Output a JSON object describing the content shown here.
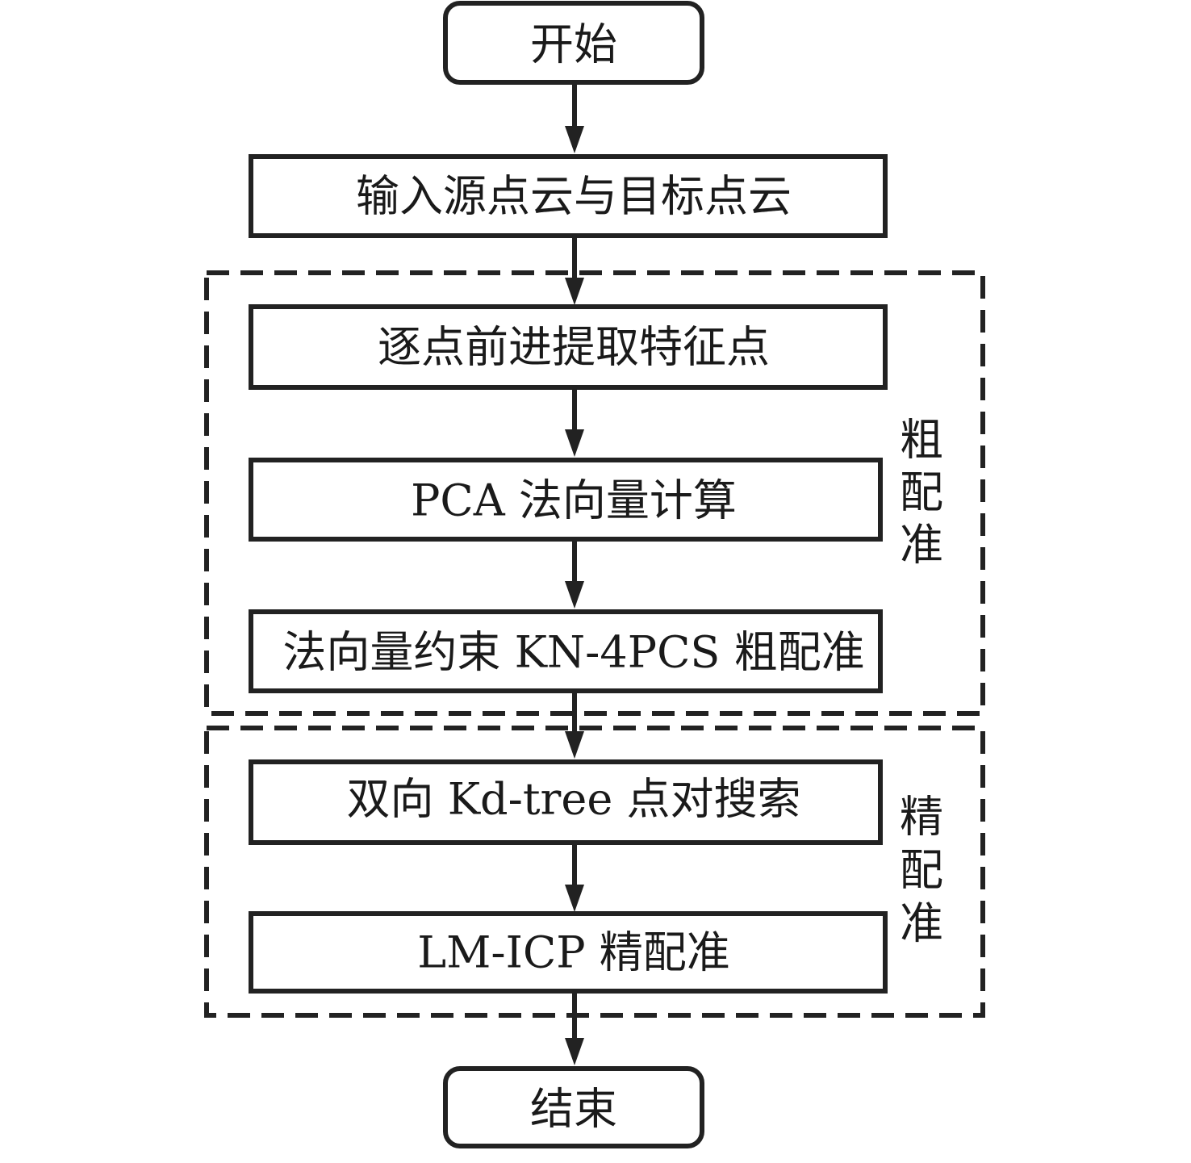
{
  "flowchart": {
    "start": "开始",
    "input": "输入源点云与目标点云",
    "step_feature": "逐点前进提取特征点",
    "step_pca": "PCA 法向量计算",
    "step_kn4pcs": "法向量约束 KN-4PCS 粗配准",
    "step_kdtree": "双向 Kd-tree 点对搜索",
    "step_lmicp": "LM-ICP 精配准",
    "end": "结束"
  },
  "groups": {
    "coarse": [
      "粗",
      "配",
      "准"
    ],
    "fine": [
      "精",
      "配",
      "准"
    ]
  },
  "colors": {
    "stroke": "#222222",
    "background": "#ffffff"
  }
}
